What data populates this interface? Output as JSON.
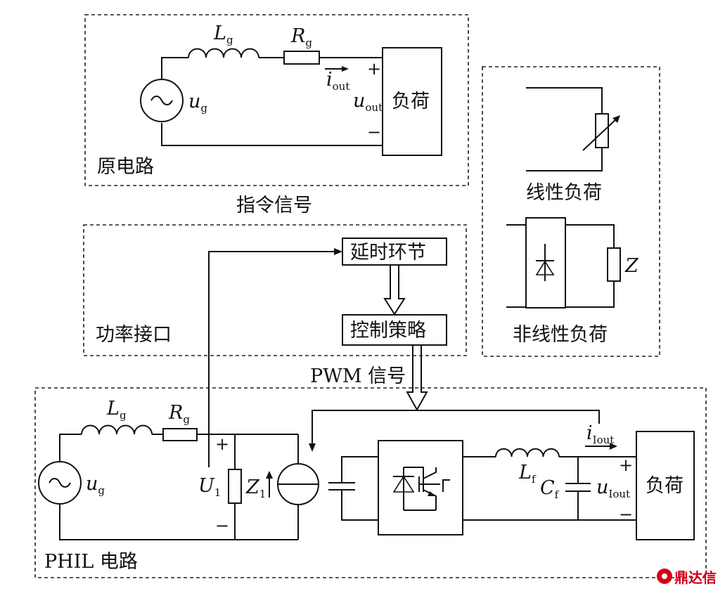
{
  "sections": {
    "original": {
      "title": "原电路"
    },
    "interface": {
      "title": "功率接口"
    },
    "phil": {
      "title": "PHIL 电路"
    },
    "loads": {
      "linear_label": "线性负荷",
      "nonlinear_label": "非线性负荷"
    }
  },
  "signals": {
    "command": "指令信号",
    "pwm": "PWM 信号"
  },
  "blocks": {
    "delay": "延时环节",
    "control": "控制策略",
    "load_top": "负荷",
    "load_bottom": "负荷"
  },
  "symbols": {
    "Lg_main": "L",
    "Lg_sub": "g",
    "Rg_main": "R",
    "Rg_sub": "g",
    "ug_main": "u",
    "ug_sub": "g",
    "iout_main": "i",
    "iout_sub": "out",
    "uout_main": "u",
    "uout_sub": "out",
    "plus": "+",
    "minus": "−",
    "Z": "Z",
    "U1_main": "U",
    "U1_sub": "1",
    "Z1_main": "Z",
    "Z1_sub": "1",
    "Lf_main": "L",
    "Lf_sub": "f",
    "Cf_main": "C",
    "Cf_sub": "f",
    "iIout_main": "i",
    "iIout_sub": "Iout",
    "uIout_main": "u",
    "uIout_sub": "Iout"
  },
  "watermark": "鼎达信"
}
